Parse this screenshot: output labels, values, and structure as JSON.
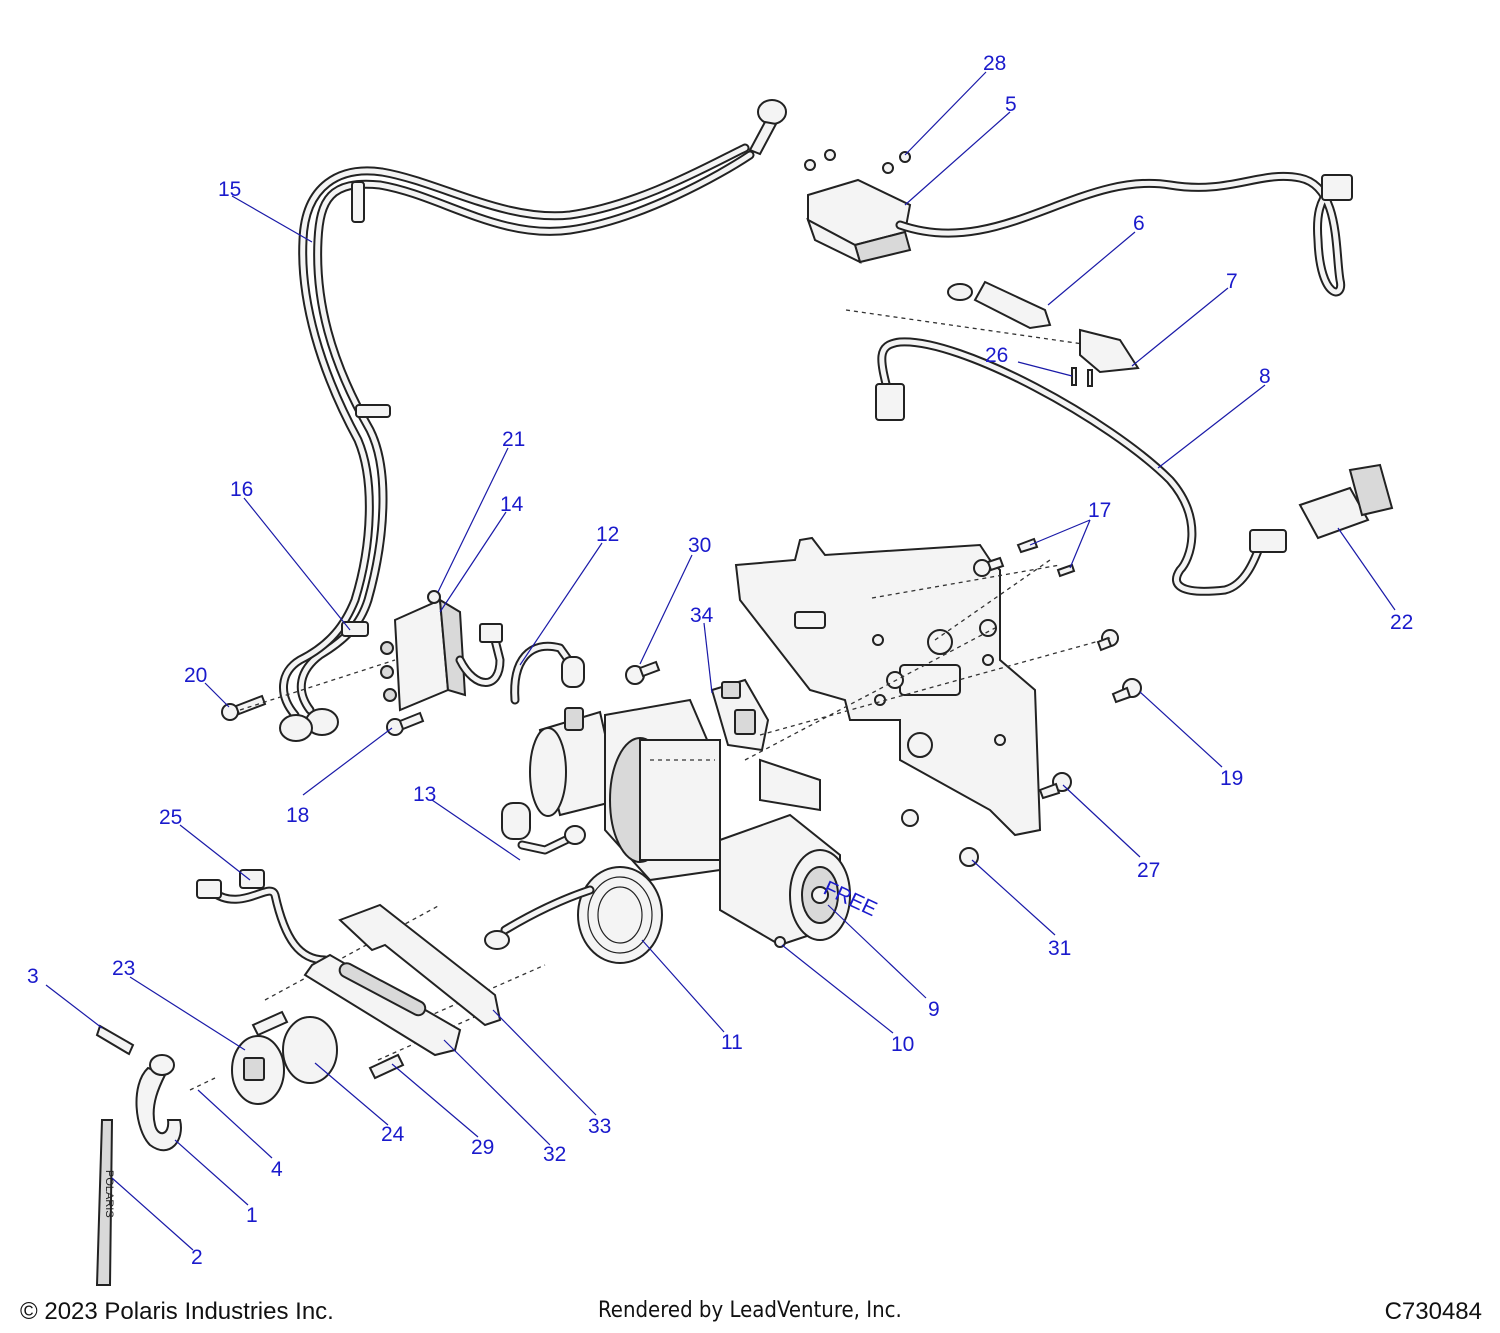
{
  "diagram": {
    "callouts": [
      {
        "id": "1",
        "label": "1"
      },
      {
        "id": "2",
        "label": "2"
      },
      {
        "id": "3",
        "label": "3"
      },
      {
        "id": "4",
        "label": "4"
      },
      {
        "id": "5",
        "label": "5"
      },
      {
        "id": "6",
        "label": "6"
      },
      {
        "id": "7",
        "label": "7"
      },
      {
        "id": "8",
        "label": "8"
      },
      {
        "id": "9",
        "label": "9"
      },
      {
        "id": "10",
        "label": "10"
      },
      {
        "id": "11",
        "label": "11"
      },
      {
        "id": "12",
        "label": "12"
      },
      {
        "id": "13",
        "label": "13"
      },
      {
        "id": "14",
        "label": "14"
      },
      {
        "id": "15",
        "label": "15"
      },
      {
        "id": "16",
        "label": "16"
      },
      {
        "id": "17",
        "label": "17"
      },
      {
        "id": "18",
        "label": "18"
      },
      {
        "id": "19",
        "label": "19"
      },
      {
        "id": "20",
        "label": "20"
      },
      {
        "id": "21",
        "label": "21"
      },
      {
        "id": "22",
        "label": "22"
      },
      {
        "id": "23",
        "label": "23"
      },
      {
        "id": "24",
        "label": "24"
      },
      {
        "id": "25",
        "label": "25"
      },
      {
        "id": "26",
        "label": "26"
      },
      {
        "id": "27",
        "label": "27"
      },
      {
        "id": "28",
        "label": "28"
      },
      {
        "id": "29",
        "label": "29"
      },
      {
        "id": "30",
        "label": "30"
      },
      {
        "id": "31",
        "label": "31"
      },
      {
        "id": "32",
        "label": "32"
      },
      {
        "id": "33",
        "label": "33"
      },
      {
        "id": "34",
        "label": "34"
      }
    ],
    "hook_strap_text": "POLARIS",
    "winch_cap_text": "FREE",
    "callout_color": "#1a1acc",
    "leader_color": "#1a1aa8"
  },
  "footer": {
    "copyright": "© 2023 Polaris Industries Inc.",
    "rendered_by": "Rendered by LeadVenture, Inc.",
    "diagram_id": "C730484"
  }
}
